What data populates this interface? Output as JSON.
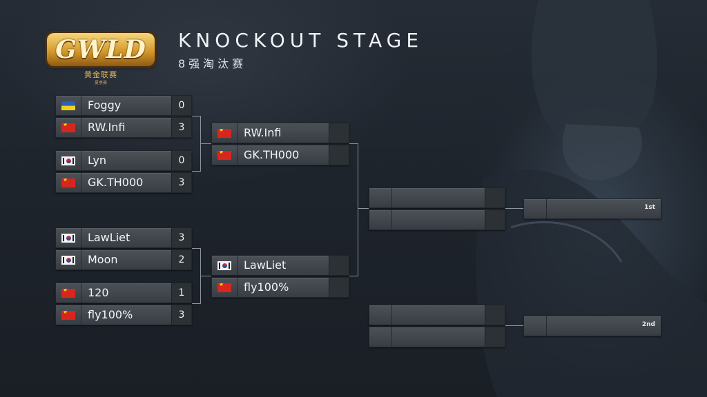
{
  "header": {
    "logo_wordmark": "GWLD",
    "logo_subtitle": "黄金联赛",
    "logo_subtitle_small": "夏季赛",
    "title": "KNOCKOUT STAGE",
    "subtitle": "8强淘汰赛"
  },
  "bracket": {
    "quarterfinals": [
      {
        "players": [
          {
            "name": "Foggy",
            "flag": "ua",
            "score": "0"
          },
          {
            "name": "RW.Infi",
            "flag": "cn",
            "score": "3"
          }
        ]
      },
      {
        "players": [
          {
            "name": "Lyn",
            "flag": "kr",
            "score": "0"
          },
          {
            "name": "GK.TH000",
            "flag": "cn",
            "score": "3"
          }
        ]
      },
      {
        "players": [
          {
            "name": "LawLiet",
            "flag": "kr",
            "score": "3"
          },
          {
            "name": "Moon",
            "flag": "kr",
            "score": "2"
          }
        ]
      },
      {
        "players": [
          {
            "name": "120",
            "flag": "cn",
            "score": "1"
          },
          {
            "name": "fly100%",
            "flag": "cn",
            "score": "3"
          }
        ]
      }
    ],
    "semifinals": [
      {
        "players": [
          {
            "name": "RW.Infi",
            "flag": "cn",
            "score": ""
          },
          {
            "name": "GK.TH000",
            "flag": "cn",
            "score": ""
          }
        ]
      },
      {
        "players": [
          {
            "name": "LawLiet",
            "flag": "kr",
            "score": ""
          },
          {
            "name": "fly100%",
            "flag": "cn",
            "score": ""
          }
        ]
      }
    ],
    "final_label": "1st",
    "third_place_label": "2nd"
  }
}
